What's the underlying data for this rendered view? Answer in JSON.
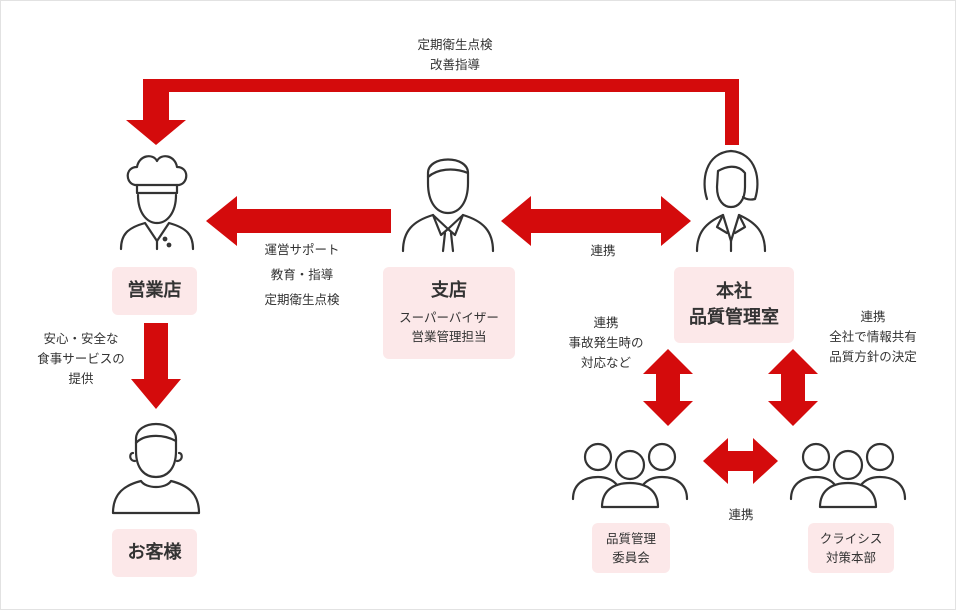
{
  "colors": {
    "arrow": "#d40b0c",
    "box_fill": "#fce8e9",
    "icon_stroke": "#333333",
    "text": "#333333"
  },
  "nodes": {
    "store": {
      "icon": "chef-icon",
      "label": "営業店"
    },
    "branch": {
      "icon": "businessman-icon",
      "label": "支店",
      "sub_1": "スーパーバイザー",
      "sub_2": "営業管理担当"
    },
    "hq": {
      "icon": "businesswoman-icon",
      "label_1": "本社",
      "label_2": "品質管理室"
    },
    "customer": {
      "icon": "customer-icon",
      "label": "お客様"
    },
    "quality_committee": {
      "icon": "group-icon",
      "label_1": "品質管理",
      "label_2": "委員会"
    },
    "crisis_hq": {
      "icon": "group-icon",
      "label_1": "クライシス",
      "label_2": "対策本部"
    }
  },
  "notes": {
    "top_loop": [
      "定期衛生点検",
      "改善指導"
    ],
    "branch_to_store": [
      "運営サポート",
      "教育・指導",
      "定期衛生点検"
    ],
    "branch_hq": [
      "連携"
    ],
    "store_to_customer": [
      "安心・安全な",
      "食事サービスの",
      "提供"
    ],
    "hq_to_committee": [
      "連携",
      "事故発生時の",
      "対応など"
    ],
    "hq_to_crisis": [
      "連携",
      "全社で情報共有",
      "品質方針の決定"
    ],
    "committee_crisis": [
      "連携"
    ]
  }
}
